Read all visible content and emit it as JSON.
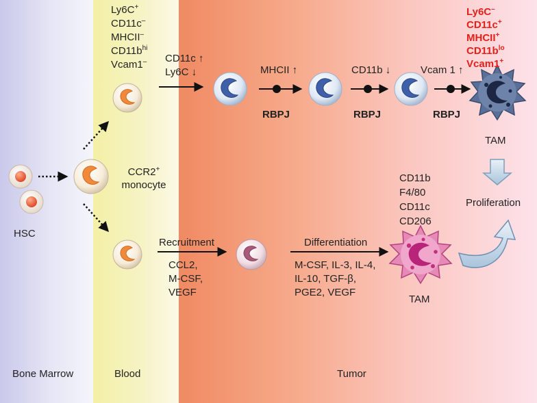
{
  "regions": {
    "bone_marrow": "Bone Marrow",
    "blood": "Blood",
    "tumor": "Tumor"
  },
  "hsc": {
    "label": "HSC"
  },
  "monocyte": {
    "line1": "CCR2",
    "sup1": "+",
    "line2": "monocyte"
  },
  "blood_markers": [
    {
      "text": "Ly6C",
      "sup": "+"
    },
    {
      "text": "CD11c",
      "sup": "–"
    },
    {
      "text": "MHCII",
      "sup": "–"
    },
    {
      "text": "CD11b",
      "sup": "hi"
    },
    {
      "text": "Vcam1",
      "sup": "–"
    }
  ],
  "upper_path": {
    "step1": [
      "CD11c ↑",
      "Ly6C ↓"
    ],
    "step2": "MHCII ↑",
    "step3": "CD11b ↓",
    "step4": "Vcam 1 ↑",
    "rbpj": [
      "RBPJ",
      "RBPJ",
      "RBPJ"
    ],
    "tam_label": "TAM",
    "tam_markers": [
      {
        "text": "Ly6C",
        "sup": "–"
      },
      {
        "text": "CD11c",
        "sup": "+"
      },
      {
        "text": "MHCII",
        "sup": "+"
      },
      {
        "text": "CD11b",
        "sup": "lo"
      },
      {
        "text": "Vcam1",
        "sup": "+"
      }
    ]
  },
  "lower_path": {
    "recruitment": "Recruitment",
    "recruit_factors": [
      "CCL2,",
      "M-CSF,",
      "VEGF"
    ],
    "differentiation": "Differentiation",
    "diff_factors": [
      "M-CSF, IL-3, IL-4,",
      "IL-10, TGF-β,",
      "PGE2, VEGF"
    ],
    "tam_markers": [
      "CD11b",
      "F4/80",
      "CD11c",
      "CD206"
    ],
    "tam_label": "TAM",
    "proliferation": "Proliferation"
  },
  "colors": {
    "bone_marrow_bg": "#d8d7f0",
    "blood_bg": "#f5f2b8",
    "tumor_bg": "#f6a888",
    "highlight_red": "#e3211c",
    "monocyte_orange": "#f08a3a",
    "macrophage_blue": "#3f5fa8",
    "tam_pink": "#d8559a"
  }
}
